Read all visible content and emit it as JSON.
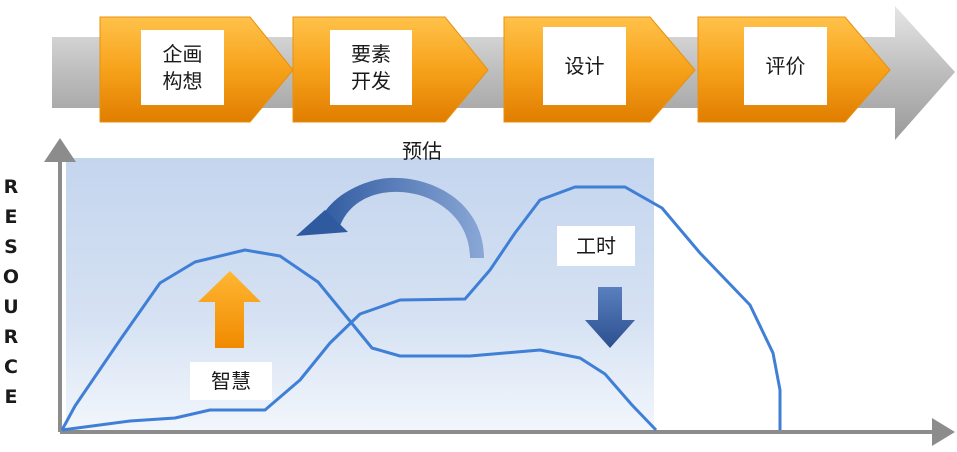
{
  "process": {
    "stages": [
      {
        "lines": [
          "企画",
          "构想"
        ]
      },
      {
        "lines": [
          "要素",
          "开发"
        ]
      },
      {
        "lines": [
          "设计"
        ]
      },
      {
        "lines": [
          "评价"
        ]
      }
    ]
  },
  "labels": {
    "estimate": "预估",
    "wisdom": "智慧",
    "man_hours": "工时"
  },
  "y_axis": {
    "letters": [
      "R",
      "E",
      "S",
      "O",
      "U",
      "R",
      "C",
      "E"
    ]
  },
  "colors": {
    "stage_orange": "#f7a21b",
    "curve_blue": "#3f7fd6",
    "panel_blue": "#c9d8ef",
    "arrow_gray": "#b8b8b8"
  },
  "icons": {
    "up_arrow": "orange-up-arrow-icon",
    "down_arrow": "blue-down-arrow-icon",
    "cycle_arrow": "curved-cycle-arrow-icon"
  }
}
